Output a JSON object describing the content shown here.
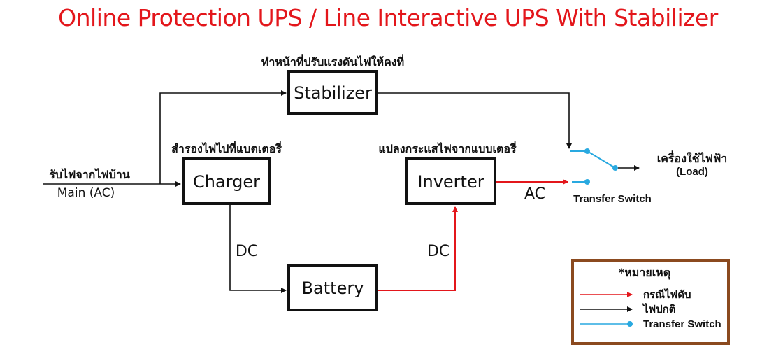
{
  "title": "Online Protection UPS / Line Interactive UPS With Stabilizer",
  "boxes": {
    "stabilizer": "Stabilizer",
    "charger": "Charger",
    "inverter": "Inverter",
    "battery": "Battery"
  },
  "labels": {
    "stabilizer_desc": "ทำหน้าที่ปรับแรงดันไฟให้คงที่",
    "charger_desc": "สำรองไฟไปที่แบตเตอรี่",
    "inverter_desc": "แปลงกระแสไฟจากแบบเตอรี่",
    "input_thai": "รับไฟจากไฟบ้าน",
    "input_main": "Main (AC)",
    "dc_left": "DC",
    "dc_right": "DC",
    "ac": "AC",
    "load_thai": "เครื่องใช้ไฟฟ้า",
    "load_en": "(Load)",
    "transfer_switch": "Transfer Switch"
  },
  "legend": {
    "title": "*หมายเหตุ",
    "items": [
      {
        "label": "กรณีไฟดับ",
        "color": "#e3161b",
        "style": "arrow"
      },
      {
        "label": "ไฟปกติ",
        "color": "#111111",
        "style": "arrow"
      },
      {
        "label": "Transfer Switch",
        "color": "#29a9e0",
        "style": "dot"
      }
    ],
    "border_color": "#8b4a1f"
  },
  "colors": {
    "red": "#e3161b",
    "black": "#111111",
    "blue": "#29a9e0"
  }
}
